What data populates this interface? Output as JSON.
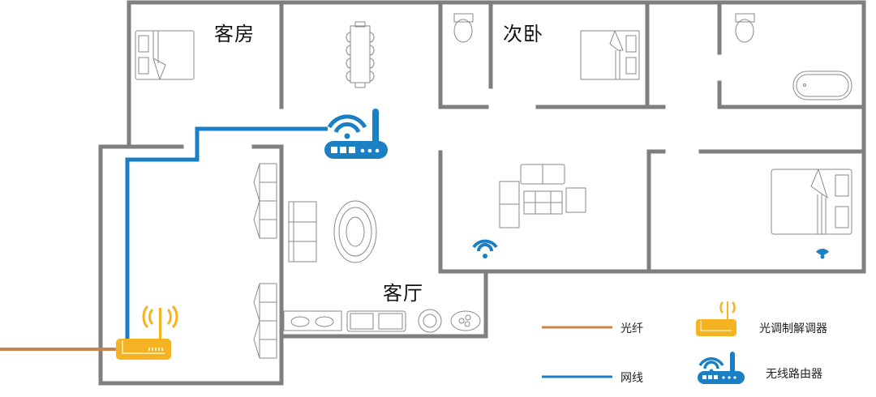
{
  "rooms": {
    "guest_room": "客房",
    "second_bedroom": "次卧",
    "living_room": "客厅"
  },
  "legend": {
    "fiber": {
      "label": "光纤",
      "color": "#C8844A"
    },
    "ethernet": {
      "label": "网线",
      "color": "#1B7FC4"
    },
    "optical_modem": {
      "label": "光调制解调器",
      "color": "#F5B324"
    },
    "wireless_router": {
      "label": "无线路由器",
      "color": "#1B7FC4"
    }
  },
  "colors": {
    "wall": "#7f7f7f",
    "furniture": "#8a8a8a",
    "wifi": "#1B7FC4",
    "modem": "#F5B324",
    "fiber": "#C8844A"
  }
}
